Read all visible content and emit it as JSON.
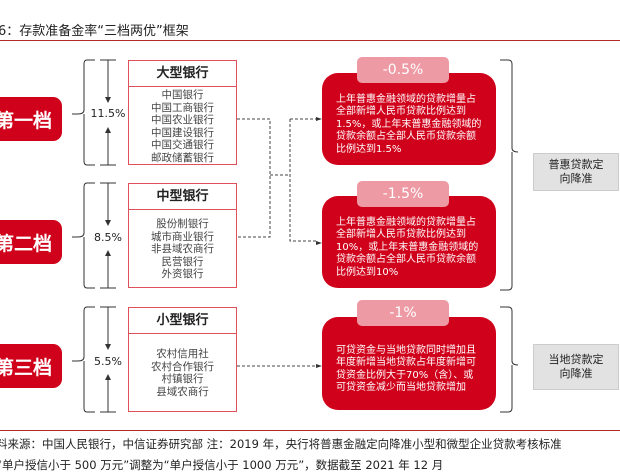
{
  "title": "6：存款准备金率“三档两优”框架",
  "tiers": [
    {
      "label": "第一档",
      "rate": "11.5%",
      "bank_type": "大型银行",
      "banks": [
        "中国银行",
        "中国工商银行",
        "中国农业银行",
        "中国建设银行",
        "中国交通银行",
        "邮政储蓄银行"
      ]
    },
    {
      "label": "第二档",
      "rate": "8.5%",
      "bank_type": "中型银行",
      "banks": [
        "股份制银行",
        "城市商业银行",
        "非县域农商行",
        "民营银行",
        "外资银行"
      ]
    },
    {
      "label": "第三档",
      "rate": "5.5%",
      "bank_type": "小型银行",
      "banks": [
        "农村信用社",
        "农村合作银行",
        "村镇银行",
        "县域农商行"
      ]
    }
  ],
  "conditions": [
    {
      "cut": "-0.5%",
      "text": "上年普惠金融领域的贷款增量占全部新增人民币贷款比例达到1.5%，或上年末普惠金融领域的贷款余额占全部人民币贷款余额比例达到1.5%"
    },
    {
      "cut": "-1.5%",
      "text": "上年普惠金融领域的贷款增量占全部新增人民币贷款比例达到10%，或上年末普惠金融领域的贷款余额占全部人民币贷款余额比例达到10%"
    },
    {
      "cut": "-1%",
      "text": "可贷资金与当地贷款同时增加且年度新增当地贷款占年度新增可贷资金比例大于70%（含）、或可贷资金减少而当地贷款增加"
    }
  ],
  "outcomes": [
    "普惠贷款定向降准",
    "当地贷款定向降准"
  ],
  "footer": [
    "料来源：中国人民银行，中信证券研究部  注：2019 年，央行将普惠金融定向降准小型和微型企业贷款考核标准",
    "“单户授信小于 500 万元”调整为“单户授信小于 1000 万元”，数据截至 2021 年 12 月"
  ]
}
